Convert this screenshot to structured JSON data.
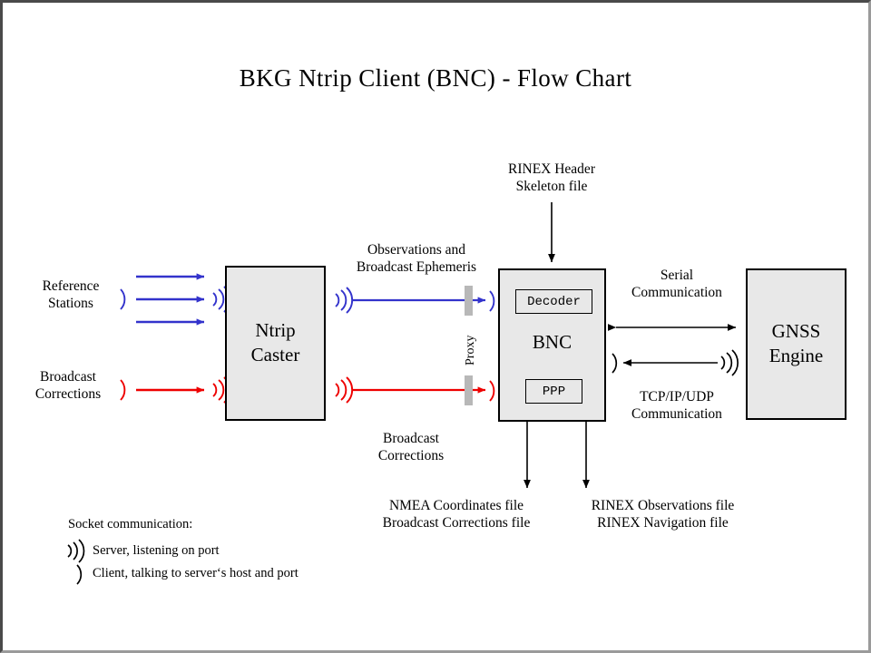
{
  "title": "BKG Ntrip Client (BNC)  -  Flow Chart",
  "colors": {
    "blue": "#3333cc",
    "red": "#ee0000",
    "black": "#000000",
    "box_fill": "#e8e8e8",
    "proxy_bar": "#b8b8b8",
    "frame_dark": "#4a4a4a",
    "frame_light": "#9a9a9a",
    "background": "#ffffff"
  },
  "boxes": {
    "ntrip_caster": {
      "line1": "Ntrip",
      "line2": "Caster"
    },
    "bnc": {
      "label": "BNC",
      "decoder": "Decoder",
      "ppp": "PPP"
    },
    "gnss_engine": {
      "line1": "GNSS",
      "line2": "Engine"
    }
  },
  "labels": {
    "reference_stations": {
      "line1": "Reference",
      "line2": "Stations"
    },
    "broadcast_corrections_in": {
      "line1": "Broadcast",
      "line2": "Corrections"
    },
    "observations_ephemeris": {
      "line1": "Observations and",
      "line2": "Broadcast Ephemeris"
    },
    "broadcast_corrections_out": {
      "line1": "Broadcast",
      "line2": "Corrections"
    },
    "rinex_header": {
      "line1": "RINEX Header",
      "line2": "Skeleton file"
    },
    "serial_communication": {
      "line1": "Serial",
      "line2": "Communication"
    },
    "tcpip_communication": {
      "line1": "TCP/IP/UDP",
      "line2": "Communication"
    },
    "proxy": "Proxy",
    "output_left": {
      "line1": "NMEA Coordinates file",
      "line2": "Broadcast Corrections file"
    },
    "output_right": {
      "line1": "RINEX Observations file",
      "line2": "RINEX Navigation file"
    }
  },
  "legend": {
    "heading": "Socket communication:",
    "server": "Server, listening  on port",
    "client": "Client, talking to server‘s host and port"
  }
}
